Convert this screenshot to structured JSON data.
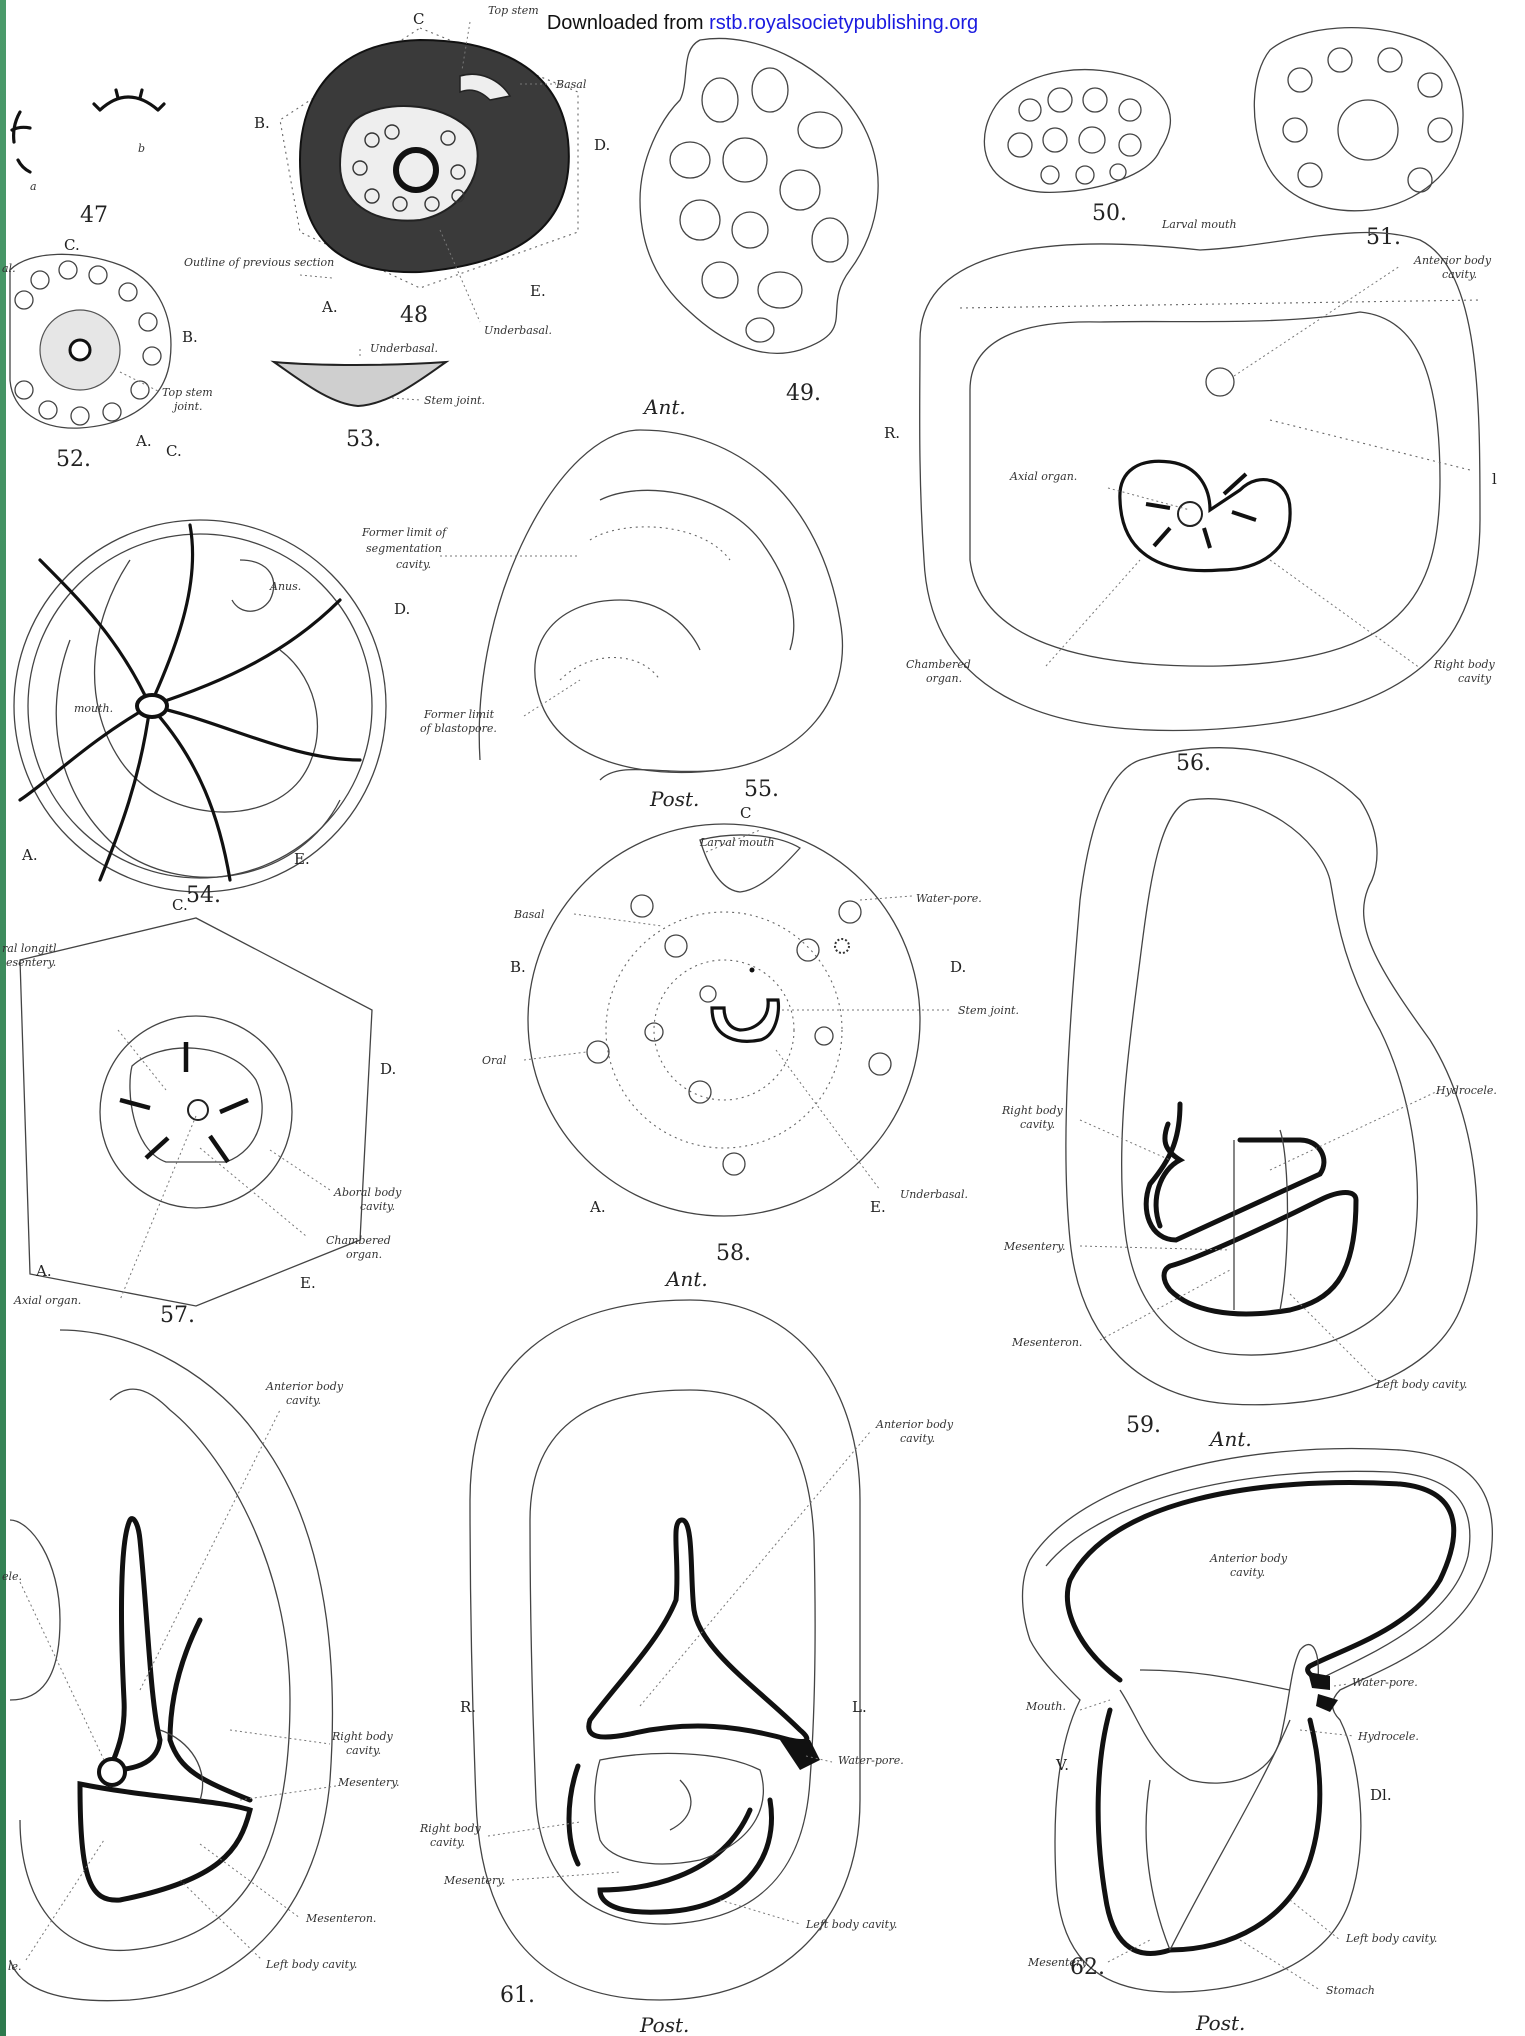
{
  "header": {
    "prefix": "Downloaded from ",
    "link": "rstb.royalsocietypublishing.org"
  },
  "colors": {
    "link": "#1a1ae0",
    "ink": "#111111",
    "edge": "#3a8a5a"
  },
  "figures": {
    "f47": {
      "number": "47",
      "a": "a",
      "b": "b"
    },
    "f48": {
      "number": "48",
      "top_stem": "Top stem",
      "basal": "Basal",
      "outline": "Outline of previous section",
      "underbasal": "Underbasal.",
      "b": "B.",
      "d": "D.",
      "a": "A.",
      "e": "E.",
      "c": "C"
    },
    "f49": {
      "number": "49."
    },
    "f50": {
      "number": "50."
    },
    "f51": {
      "number": "51."
    },
    "f52": {
      "number": "52.",
      "top_stem_joint": "Top stem joint.",
      "c": "C.",
      "b": "B.",
      "a": "A.",
      "cut": "al."
    },
    "f53": {
      "number": "53.",
      "underbasal": "Underbasal.",
      "stem_joint": "Stem joint."
    },
    "f54": {
      "number": "54.",
      "c": "C.",
      "d": "D.",
      "a": "A.",
      "e": "E.",
      "anus": "Anus.",
      "mouth": "mouth.",
      "former_limit": "Former limit of segmentation cavity."
    },
    "f55": {
      "number": "55.",
      "ant": "Ant.",
      "post": "Post.",
      "former_blastopore": "Former limit of blastopore."
    },
    "f56": {
      "number": "56.",
      "larval_mouth": "Larval mouth",
      "anterior_body": "Anterior body cavity.",
      "r": "R.",
      "l": "l",
      "axial": "Axial organ.",
      "chambered": "Chambered organ.",
      "right_body": "Right body cavity."
    },
    "f57": {
      "number": "57.",
      "c": "C.",
      "d": "D.",
      "a": "A.",
      "e": "E.",
      "oral_long": "ral longitl esentery.",
      "aboral": "Aboral body cavity.",
      "chambered": "Chambered organ.",
      "axial": "Axial organ."
    },
    "f58": {
      "number": "58.",
      "c": "C",
      "larval_mouth": "Larval mouth",
      "water_pore": "Water-pore.",
      "basal": "Basal",
      "b": "B.",
      "d": "D.",
      "stem_joint": "Stem joint.",
      "oral": "Oral",
      "underbasal": "Underbasal.",
      "a": "A.",
      "e": "E.",
      "ant": "Ant."
    },
    "f59": {
      "number": "59.",
      "ant": "Ant.",
      "hydrocele": "Hydrocele.",
      "right_body": "Right body cavity.",
      "mesentery": "Mesentery.",
      "mesenteron": "Mesenteron.",
      "left_body": "Left body cavity."
    },
    "f60": {
      "anterior_body": "Anterior body cavity.",
      "ele": "ele.",
      "right_body": "Right body cavity.",
      "mesentery": "Mesentery.",
      "mesenteron": "Mesenteron.",
      "left_body": "Left body cavity.",
      "le": "le."
    },
    "f61": {
      "number": "61.",
      "post": "Post.",
      "anterior_body": "Anterior body cavity.",
      "r": "R.",
      "l": "L.",
      "water_pore": "Water-pore.",
      "right_body": "Right body cavity.",
      "mesentery": "Mesentery.",
      "left_body": "Left body cavity."
    },
    "f62": {
      "number": "62.",
      "post": "Post.",
      "anterior_body": "Anterior body cavity.",
      "mouth": "Mouth.",
      "water_pore": "Water-pore.",
      "hydrocele": "Hydrocele.",
      "v": "V.",
      "dl": "Dl.",
      "mesentery": "Mesentery.",
      "left_body": "Left body cavity.",
      "stomach": "Stomach"
    }
  }
}
